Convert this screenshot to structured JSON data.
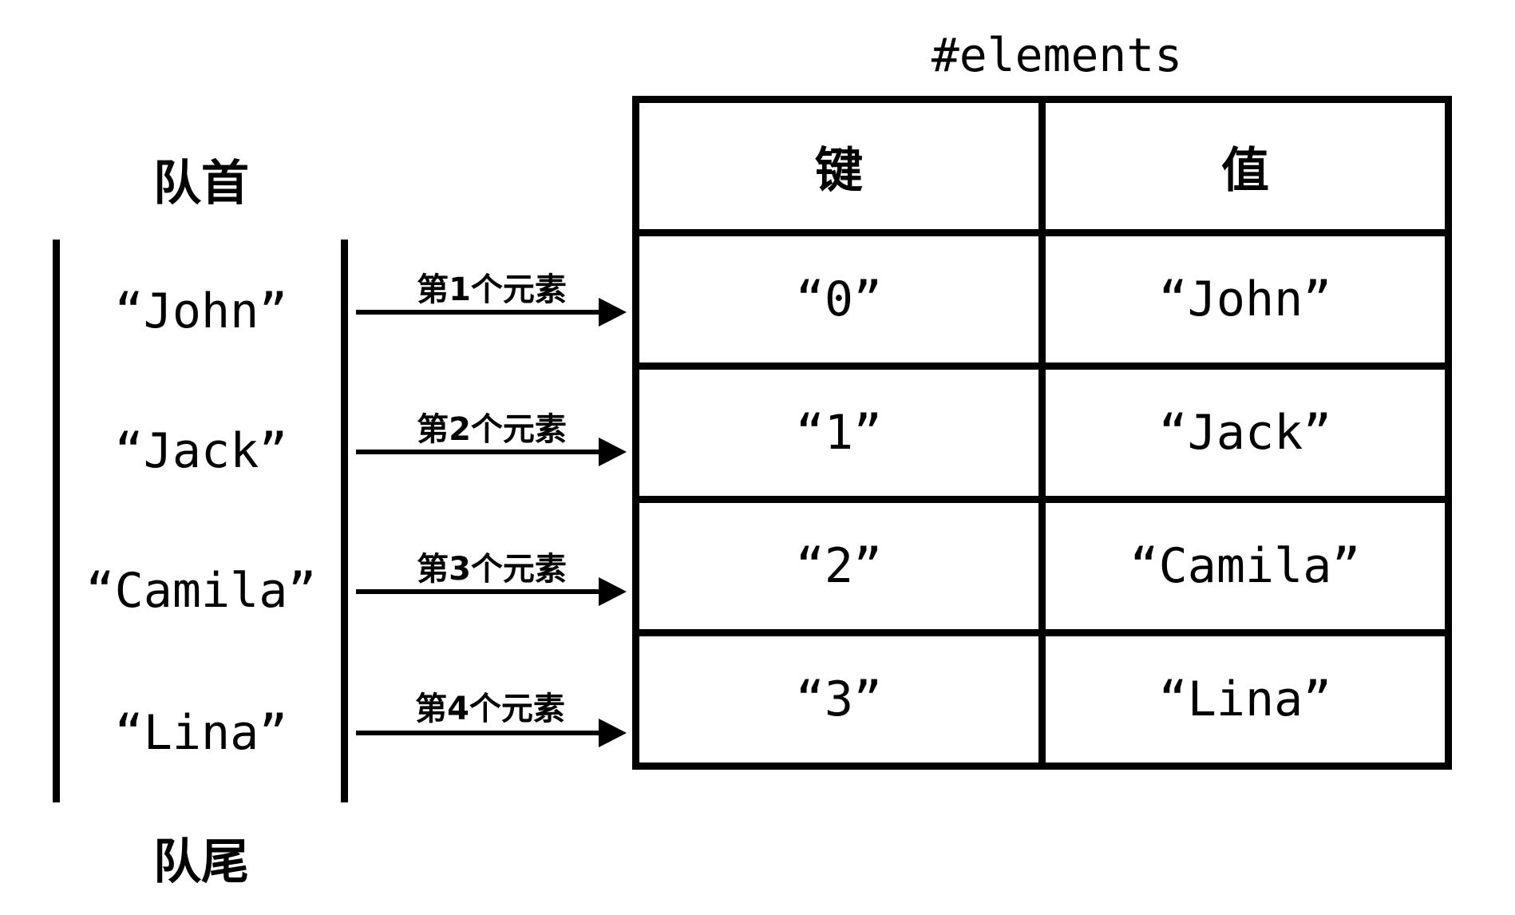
{
  "queue": {
    "head_label": "队首",
    "tail_label": "队尾",
    "items": [
      "“John”",
      "“Jack”",
      "“Camila”",
      "“Lina”"
    ]
  },
  "arrows": {
    "labels": [
      "第1个元素",
      "第2个元素",
      "第3个元素",
      "第4个元素"
    ]
  },
  "elements": {
    "title": "#elements",
    "headers": {
      "key": "键",
      "value": "值"
    },
    "rows": [
      {
        "key": "“0”",
        "value": "“John”"
      },
      {
        "key": "“1”",
        "value": "“Jack”"
      },
      {
        "key": "“2”",
        "value": "“Camila”"
      },
      {
        "key": "“3”",
        "value": "“Lina”"
      }
    ]
  }
}
